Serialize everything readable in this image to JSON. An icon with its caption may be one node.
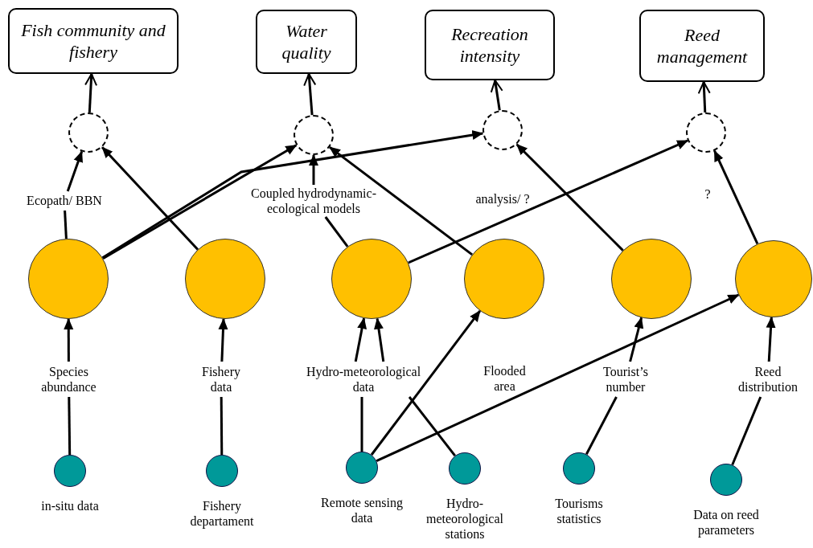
{
  "diagram": {
    "nodes": [
      {
        "text": [
          "Fish community and fishery"
        ]
      },
      {
        "text": [
          "Water quality"
        ]
      },
      {
        "text": [
          "Recreation intensity"
        ]
      },
      {
        "text": [
          "Reed management"
        ]
      },
      {
        "text": [],
        "shape": "circle"
      },
      {
        "text": [],
        "shape": "circle"
      },
      {
        "text": [],
        "shape": "circle"
      },
      {
        "text": [],
        "shape": "circle"
      },
      {
        "text": [
          "Ecopath/ BBN"
        ]
      },
      {
        "text": [
          "Coupled hydrodynamic-ecological models"
        ]
      },
      {
        "text": [],
        "shape": "circle"
      },
      {
        "text": [],
        "shape": "circle"
      },
      {
        "text": [],
        "shape": "circle"
      },
      {
        "text": [],
        "shape": "circle"
      },
      {
        "text": [],
        "shape": "circle"
      },
      {
        "text": [],
        "shape": "circle"
      },
      {
        "text": [
          "Species abundance"
        ]
      },
      {
        "text": [
          "Fishery data"
        ]
      },
      {
        "text": [
          "Hydro-meteorological data"
        ]
      },
      {
        "text": [
          "Tourist’s number"
        ]
      },
      {
        "text": [
          "Reed distribution"
        ]
      },
      {
        "text": [
          "in-situ data"
        ]
      },
      {
        "text": [
          "Fishery departament"
        ]
      },
      {
        "text": [
          "Remote sensing data"
        ]
      },
      {
        "text": [
          "Hydro-meteorological stations"
        ]
      },
      {
        "text": [
          "Tourisms statistics"
        ]
      },
      {
        "text": [
          "Data on reed parameters"
        ]
      }
    ],
    "edges": [
      {
        "from": 4,
        "to": 0,
        "arrow": "to"
      },
      {
        "from": 5,
        "to": 1,
        "arrow": "to"
      },
      {
        "from": 6,
        "to": 2,
        "arrow": "to"
      },
      {
        "from": 7,
        "to": 3,
        "arrow": "to"
      },
      {
        "from": 10,
        "to": 8,
        "arrow": "none"
      },
      {
        "from": 8,
        "to": 4,
        "arrow": "to"
      },
      {
        "from": 10,
        "to": 5,
        "arrow": "to"
      },
      {
        "from": 10,
        "to": 6,
        "arrow": "to"
      },
      {
        "from": 11,
        "to": 4,
        "arrow": "to"
      },
      {
        "from": 12,
        "to": 9,
        "arrow": "none"
      },
      {
        "from": 9,
        "to": 5,
        "arrow": "to"
      },
      {
        "from": 12,
        "to": 7,
        "arrow": "to"
      },
      {
        "from": 13,
        "to": 5,
        "arrow": "to"
      },
      {
        "from": 14,
        "to": 6,
        "arrow": "to"
      },
      {
        "from": 15,
        "to": 7,
        "arrow": "to"
      },
      {
        "from": 21,
        "to": 16,
        "arrow": "none"
      },
      {
        "from": 16,
        "to": 10,
        "arrow": "to"
      },
      {
        "from": 22,
        "to": 17,
        "arrow": "none"
      },
      {
        "from": 17,
        "to": 11,
        "arrow": "to"
      },
      {
        "from": 23,
        "to": 18,
        "arrow": "none"
      },
      {
        "from": 24,
        "to": 18,
        "arrow": "none"
      },
      {
        "from": 18,
        "to": 12,
        "arrow": "to"
      },
      {
        "from": 18,
        "to": 12,
        "arrow": "to"
      },
      {
        "from": 23,
        "to": 13,
        "arrow": "to"
      },
      {
        "from": 23,
        "to": 15,
        "arrow": "to"
      },
      {
        "from": 25,
        "to": 19,
        "arrow": "none"
      },
      {
        "from": 19,
        "to": 14,
        "arrow": "to"
      },
      {
        "from": 26,
        "to": 20,
        "arrow": "none"
      },
      {
        "from": 20,
        "to": 15,
        "arrow": "to"
      }
    ],
    "labels": [
      "analysis/ ?",
      "?",
      "Flooded area"
    ]
  }
}
